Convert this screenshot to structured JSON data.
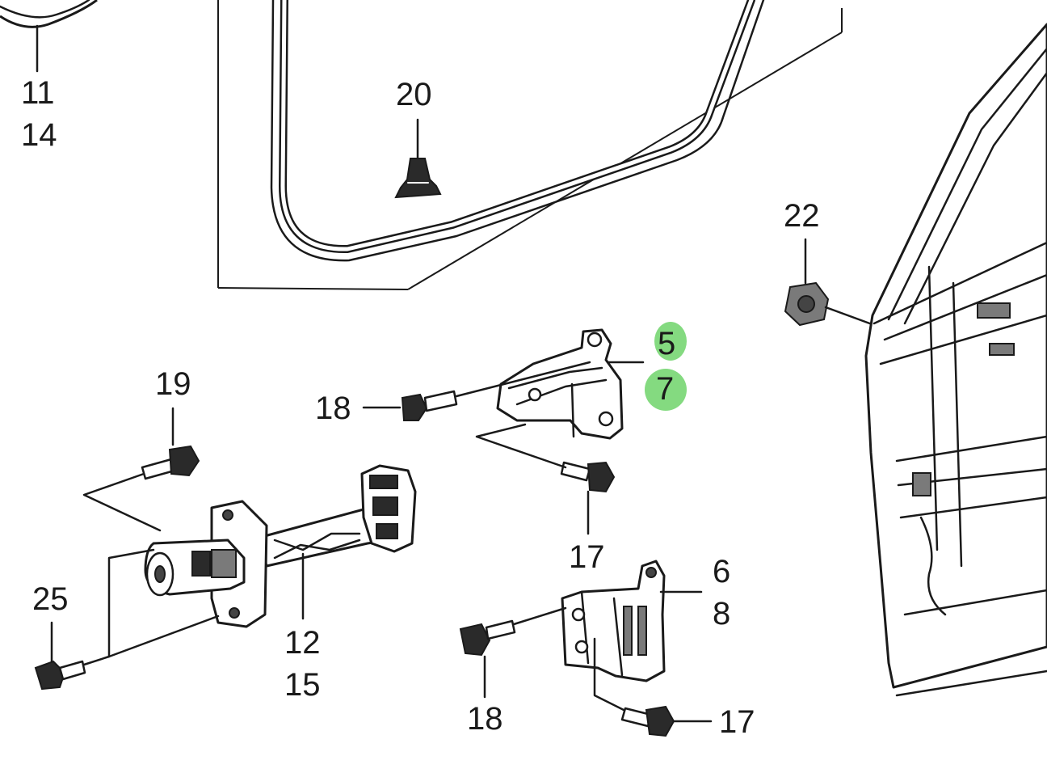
{
  "diagram": {
    "highlight_color": "#6fd46a",
    "callouts": {
      "c11": "11",
      "c14": "14",
      "c20": "20",
      "c22": "22",
      "c5": "5",
      "c7": "7",
      "c18a": "18",
      "c19": "19",
      "c17a": "17",
      "c25": "25",
      "c12": "12",
      "c15": "15",
      "c6": "6",
      "c8": "8",
      "c18b": "18",
      "c17b": "17"
    }
  }
}
